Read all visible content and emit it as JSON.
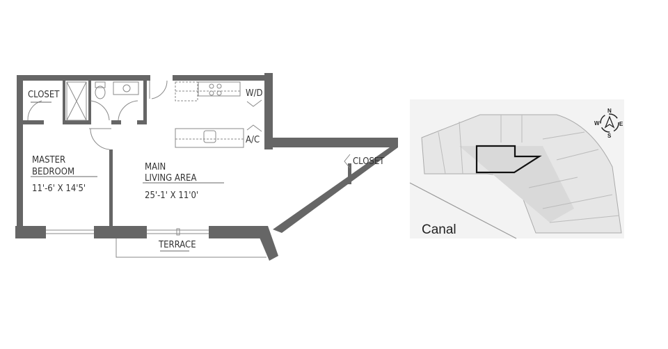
{
  "floor_plan": {
    "rooms": [
      {
        "name": "CLOSET"
      },
      {
        "name_line1": "MASTER",
        "name_line2": "BEDROOM",
        "dimensions": "11'-6' X 14'5'"
      },
      {
        "name_line1": "MAIN",
        "name_line2": "LIVING AREA",
        "dimensions": "25'-1' X 11'0'"
      },
      {
        "name": "W/D"
      },
      {
        "name": "A/C"
      },
      {
        "name": "CLOSET"
      },
      {
        "name": "TERRACE"
      }
    ]
  },
  "key_plan": {
    "label": "Canal",
    "compass": {
      "n": "N",
      "e": "E",
      "s": "S",
      "w": "W"
    }
  },
  "colors": {
    "wall": "#666666",
    "line": "#888888",
    "keyplan_bg": "#f3f3f3",
    "highlight": "#111111"
  }
}
